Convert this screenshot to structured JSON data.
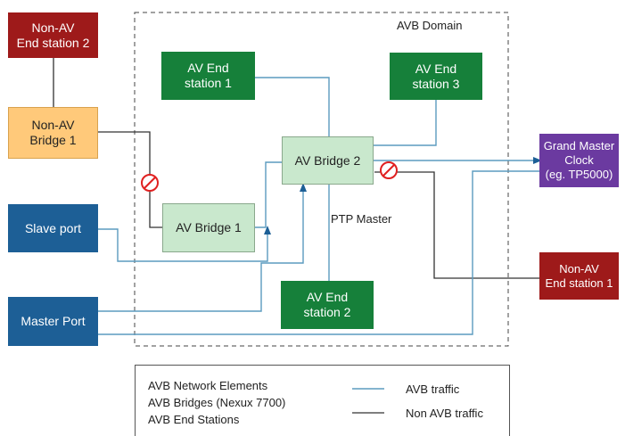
{
  "domain_label": "AVB Domain",
  "ptp_label": "PTP Master",
  "nodes": {
    "non_av_end_station_2": "Non-AV\nEnd station 2",
    "non_av_bridge_1": "Non-AV\nBridge 1",
    "av_end_station_1": "AV End\nstation 1",
    "av_end_station_3": "AV End\nstation 3",
    "av_bridge_2": "AV Bridge 2",
    "av_bridge_1": "AV Bridge 1",
    "slave_port": "Slave port",
    "master_port": "Master Port",
    "av_end_station_2": "AV End\nstation 2",
    "grand_master_clock": "Grand Master\nClock\n(eg. TP5000)",
    "non_av_end_station_1": "Non-AV\nEnd station 1"
  },
  "legend": {
    "network_elements": "AVB Network Elements",
    "bridges": "AVB Bridges (Nexux 7700)",
    "end_stations": "AVB End Stations",
    "avb_traffic": "AVB traffic",
    "non_avb_traffic": "Non AVB traffic"
  },
  "colors": {
    "avb_traffic": "#5b9bbf",
    "non_avb_traffic": "#333333",
    "blocked_symbol": "#e02020"
  },
  "icons": [
    "blocked-icon"
  ]
}
